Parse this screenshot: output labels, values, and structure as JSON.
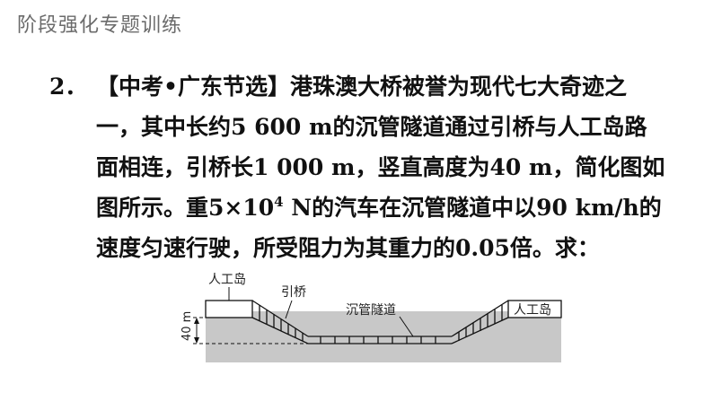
{
  "header": {
    "title": "阶段强化专题训练"
  },
  "problem": {
    "number": "2．",
    "source": "【中考•广东节选】",
    "line1": "港珠澳大桥被誉为现代七大奇迹之",
    "line2": "一，其中长约5 600 m的沉管隧道通过引桥与人工岛路",
    "line3": "面相连，引桥长1 000 m，竖直高度为40 m，简化图如",
    "line4a": "图所示。重5×10",
    "line4sup": "4",
    "line4b": " N的汽车在沉管隧道中以90 km/h的",
    "line5": "速度匀速行驶，所受阻力为其重力的0.05倍。求："
  },
  "diagram": {
    "island_left_label": "人工岛",
    "bridge_label": "引桥",
    "tunnel_label": "沉管隧道",
    "island_right_label": "人工岛",
    "height_label": "40 m",
    "colors": {
      "water": "#c8c8c8",
      "stroke": "#111111"
    }
  }
}
